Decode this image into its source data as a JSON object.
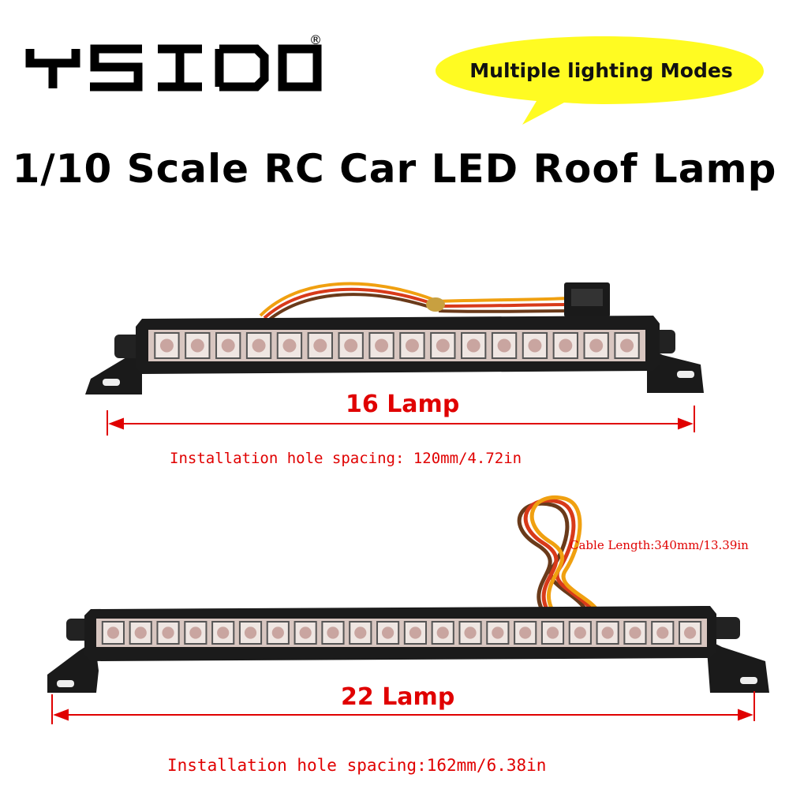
{
  "brand": {
    "name": "YSIDO",
    "trademark": "®"
  },
  "bubble": {
    "text": "Multiple lighting Modes",
    "fill": "#fffb22"
  },
  "title": "1/10 Scale RC Car LED Roof Lamp",
  "lamps": [
    {
      "name": "16 Lamp",
      "led_count": 16,
      "spacing": "Installation hole spacing: 120mm/4.72in"
    },
    {
      "name": "22 Lamp",
      "led_count": 22,
      "spacing": "Installation hole spacing:162mm/6.38in"
    }
  ],
  "cable": {
    "length": "Cable Length:340mm/13.39in"
  },
  "colors": {
    "label_red": "#e00000",
    "bar_body": "#1b1b1b",
    "led": "#c9a5a0",
    "wire_red": "#d83a1a",
    "wire_orange": "#f0a010",
    "wire_brown": "#6a3a1a"
  }
}
